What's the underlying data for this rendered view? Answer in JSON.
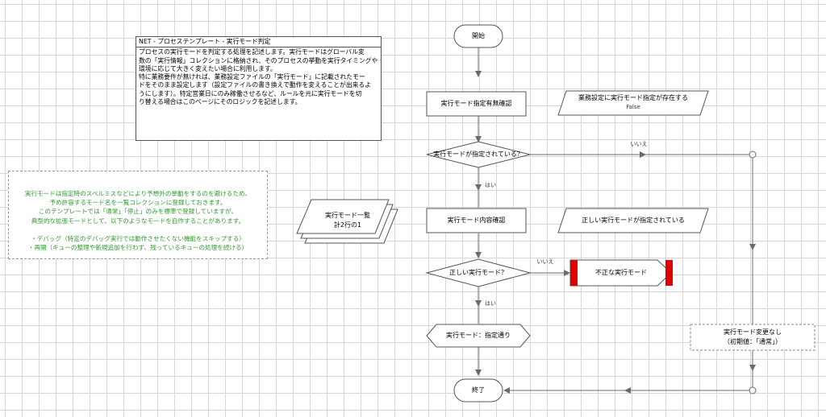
{
  "description": {
    "title": "NET - プロセステンプレート - 実行モード判定",
    "lines": [
      "プロセスの実行モードを判定する処理を記述します。実行モードはグローバル変",
      "数の「実行情報」コレクションに格納され、そのプロセスの挙動を実行タイミングや",
      "環境に応じて大きく変えたい場合に利用します。",
      "特に業務要件が無ければ、業務設定ファイルの「実行モード」に記載されたモー",
      "ドをそのまま設定します（設定ファイルの書き換えで動作を変えることが出来るよ",
      "うにします）。特定営業日にのみ稼働させるなど、ルールを元に実行モードを切",
      "り替える場合はこのページにそのロジックを記述します。"
    ]
  },
  "note": {
    "lines": [
      "実行モードは指定時のスペルミスなどにより予想外の挙動をするのを避けるため、",
      "予め許容するモード名を一覧コレクションに登録しておきます。",
      "このテンプレートでは「通常」「停止」のみを標準で登録していますが、",
      "典型的な拡張モードとして、以下のようなモードを自作することがあります。",
      "",
      "・デバッグ（特定のデバッグ実行では動作させたくない機能をスキップする）",
      "・再開（キューの整理や新規追加を行わず、残っているキューの処理を続ける）"
    ]
  },
  "collection": {
    "line1": "実行モード一覧",
    "line2": "計2行の1"
  },
  "flow": {
    "start": "開始",
    "check_exists": "実行モード指定有無確認",
    "data_setting": {
      "line1": "業務設定に実行モード指定が存在する",
      "line2": "False"
    },
    "decision_specified": "実行モードが指定されている？",
    "no_label_1": "いいえ",
    "yes_label_1": "はい",
    "check_content": "実行モード内容確認",
    "data_correct": "正しい実行モードが指定されている",
    "decision_correct": "正しい実行モード？",
    "no_label_2": "いいえ",
    "yes_label_2": "はい",
    "exception": "不正な実行モード",
    "calc_as_specified": "実行モード：指定通り",
    "no_change": {
      "line1": "実行モード変更なし",
      "line2": "（初期値：「通常」）"
    },
    "end": "終了"
  },
  "colors": {
    "exception_block": "#e00000",
    "note_text": "#2e9b2e",
    "arrow": "#6b6b6b",
    "shape_fill": "#ffffff",
    "shape_stroke": "#555555"
  }
}
